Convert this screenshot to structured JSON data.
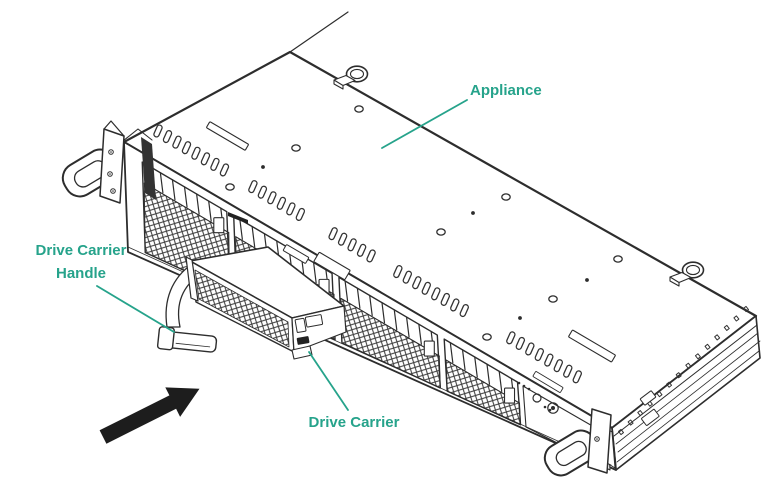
{
  "diagram": {
    "labels": {
      "appliance": "Appliance",
      "drive_carrier_handle": "Drive Carrier Handle",
      "drive_carrier": "Drive Carrier"
    },
    "colors": {
      "label_teal": "#26A38B",
      "line_art": "#2d2d2d",
      "arrow_black": "#1d1d1d",
      "background": "#ffffff"
    },
    "icons": {
      "arrow": "insertion-direction-arrow"
    }
  }
}
